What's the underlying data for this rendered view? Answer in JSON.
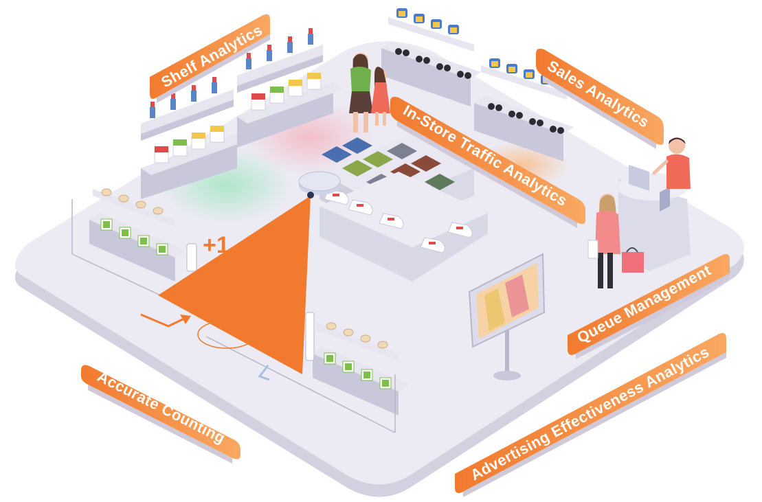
{
  "labels": {
    "shelf_analytics": "Shelf Analytics",
    "sales_analytics": "Sales Analytics",
    "in_store_traffic": "In-Store Traffic Analytics",
    "queue_management": "Queue Management",
    "advertising": "Advertising Effectiveness Analytics",
    "accurate_counting": "Accurate Counting"
  },
  "counter_badge": "+1",
  "colors": {
    "accent": "#f27a2e",
    "accent_light": "#f7a25f",
    "floor": "#eceaf3",
    "floor_side": "#d8d5e3",
    "shelf": "#e4e3ef",
    "shelf_side": "#c9c8da"
  }
}
